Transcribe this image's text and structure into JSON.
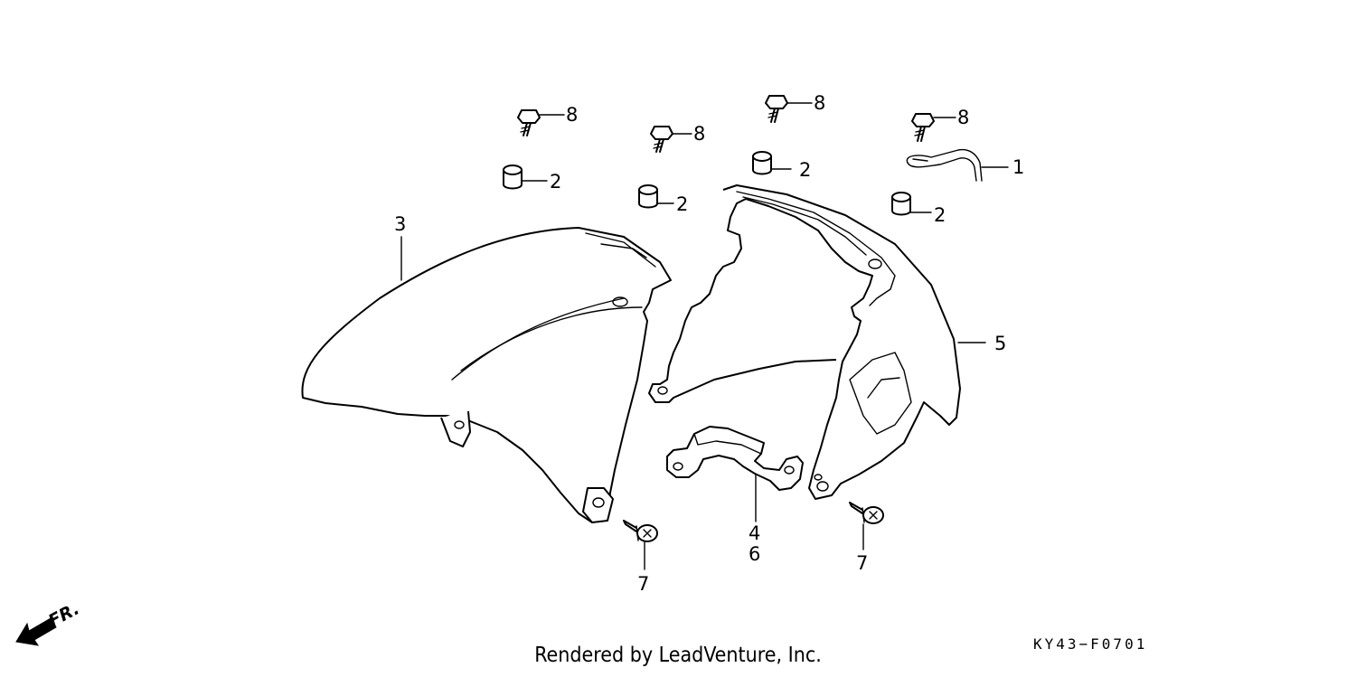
{
  "diagram": {
    "part_labels": {
      "clip": "1",
      "collar_a": "2",
      "collar_b": "2",
      "collar_c": "2",
      "collar_d": "2",
      "front_fender_a": "3",
      "fender_stay": "4",
      "front_fender_b": "5",
      "stay_alt": "6",
      "screw_left": "7",
      "screw_right": "7",
      "bolt_a": "8",
      "bolt_b": "8",
      "bolt_c": "8",
      "bolt_d": "8"
    },
    "front_indicator": "FR.",
    "diagram_code": "KY43−F0701",
    "credit": "Rendered by LeadVenture, Inc."
  }
}
